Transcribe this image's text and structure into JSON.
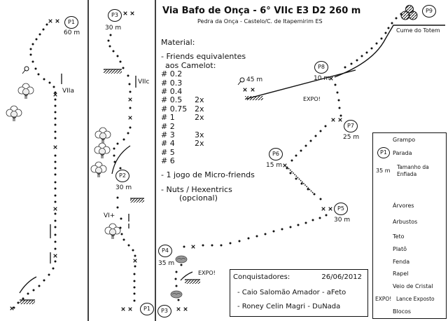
{
  "title": "Via Bafo de Onça - 6° VIIc E3 D2 260 m",
  "subtitle": "Pedra da Onça - Castelo/C. de Itapemirim ES",
  "material": {
    "heading": "Material:",
    "friends_line1": "- Friends equivalentes",
    "friends_line2": "aos Camelot:",
    "sizes": [
      {
        "size": "# 0.2",
        "qty": ""
      },
      {
        "size": "# 0.3",
        "qty": ""
      },
      {
        "size": "# 0.4",
        "qty": ""
      },
      {
        "size": "# 0.5",
        "qty": "2x"
      },
      {
        "size": "# 0.75",
        "qty": "2x"
      },
      {
        "size": "# 1",
        "qty": "2x"
      },
      {
        "size": "# 2",
        "qty": ""
      },
      {
        "size": "# 3",
        "qty": "3x"
      },
      {
        "size": "# 4",
        "qty": "2x"
      },
      {
        "size": "# 5",
        "qty": ""
      },
      {
        "size": "# 6",
        "qty": ""
      }
    ],
    "micro": "- 1 jogo de Micro-friends",
    "nuts1": "- Nuts / Hexentrics",
    "nuts2": "(opcional)"
  },
  "pitches": [
    {
      "stop": "P1",
      "length": "60 m"
    },
    {
      "stop": "P2",
      "length": "30 m"
    },
    {
      "stop": "P3",
      "length": "30 m"
    },
    {
      "stop": "P4",
      "length": "35 m"
    },
    {
      "stop": "P5",
      "length": "30 m"
    },
    {
      "stop": "P6",
      "length": "15 m"
    },
    {
      "stop": "P7",
      "length": "25 m"
    },
    {
      "stop": "P8",
      "length": "10 m"
    },
    {
      "stop": "P9",
      "length": ""
    },
    {
      "stop": "P1",
      "length": ""
    },
    {
      "stop": "P3",
      "length": ""
    }
  ],
  "route_labels": {
    "grade_a": "VIIa",
    "grade_c": "VIIc",
    "grade_vi": "VI+",
    "rapel": "45 m",
    "expo1": "EXPO!",
    "expo2": "EXPO!",
    "summit": "Cume do Totem"
  },
  "conquerors": {
    "heading": "Conquistadores:",
    "date": "26/06/2012",
    "names": [
      "- Caio Salomão Amador - aFeto",
      "- Roney Celin Magri - DuNada"
    ]
  },
  "legend": {
    "grampo": "Grampo",
    "parada_code": "P1",
    "parada": "Parada",
    "tamanho_code": "35 m",
    "tamanho1": "Tamanho da",
    "tamanho2": "Enfiada",
    "arvores": "Árvores",
    "arbustos": "Arbustos",
    "teto": "Teto",
    "plato": "Platô",
    "fenda": "Fenda",
    "rapel": "Rapel",
    "veio": "Veio de Cristal",
    "expo_code": "EXPO!",
    "lance": "Lance Exposto",
    "blocos": "Blocos"
  }
}
